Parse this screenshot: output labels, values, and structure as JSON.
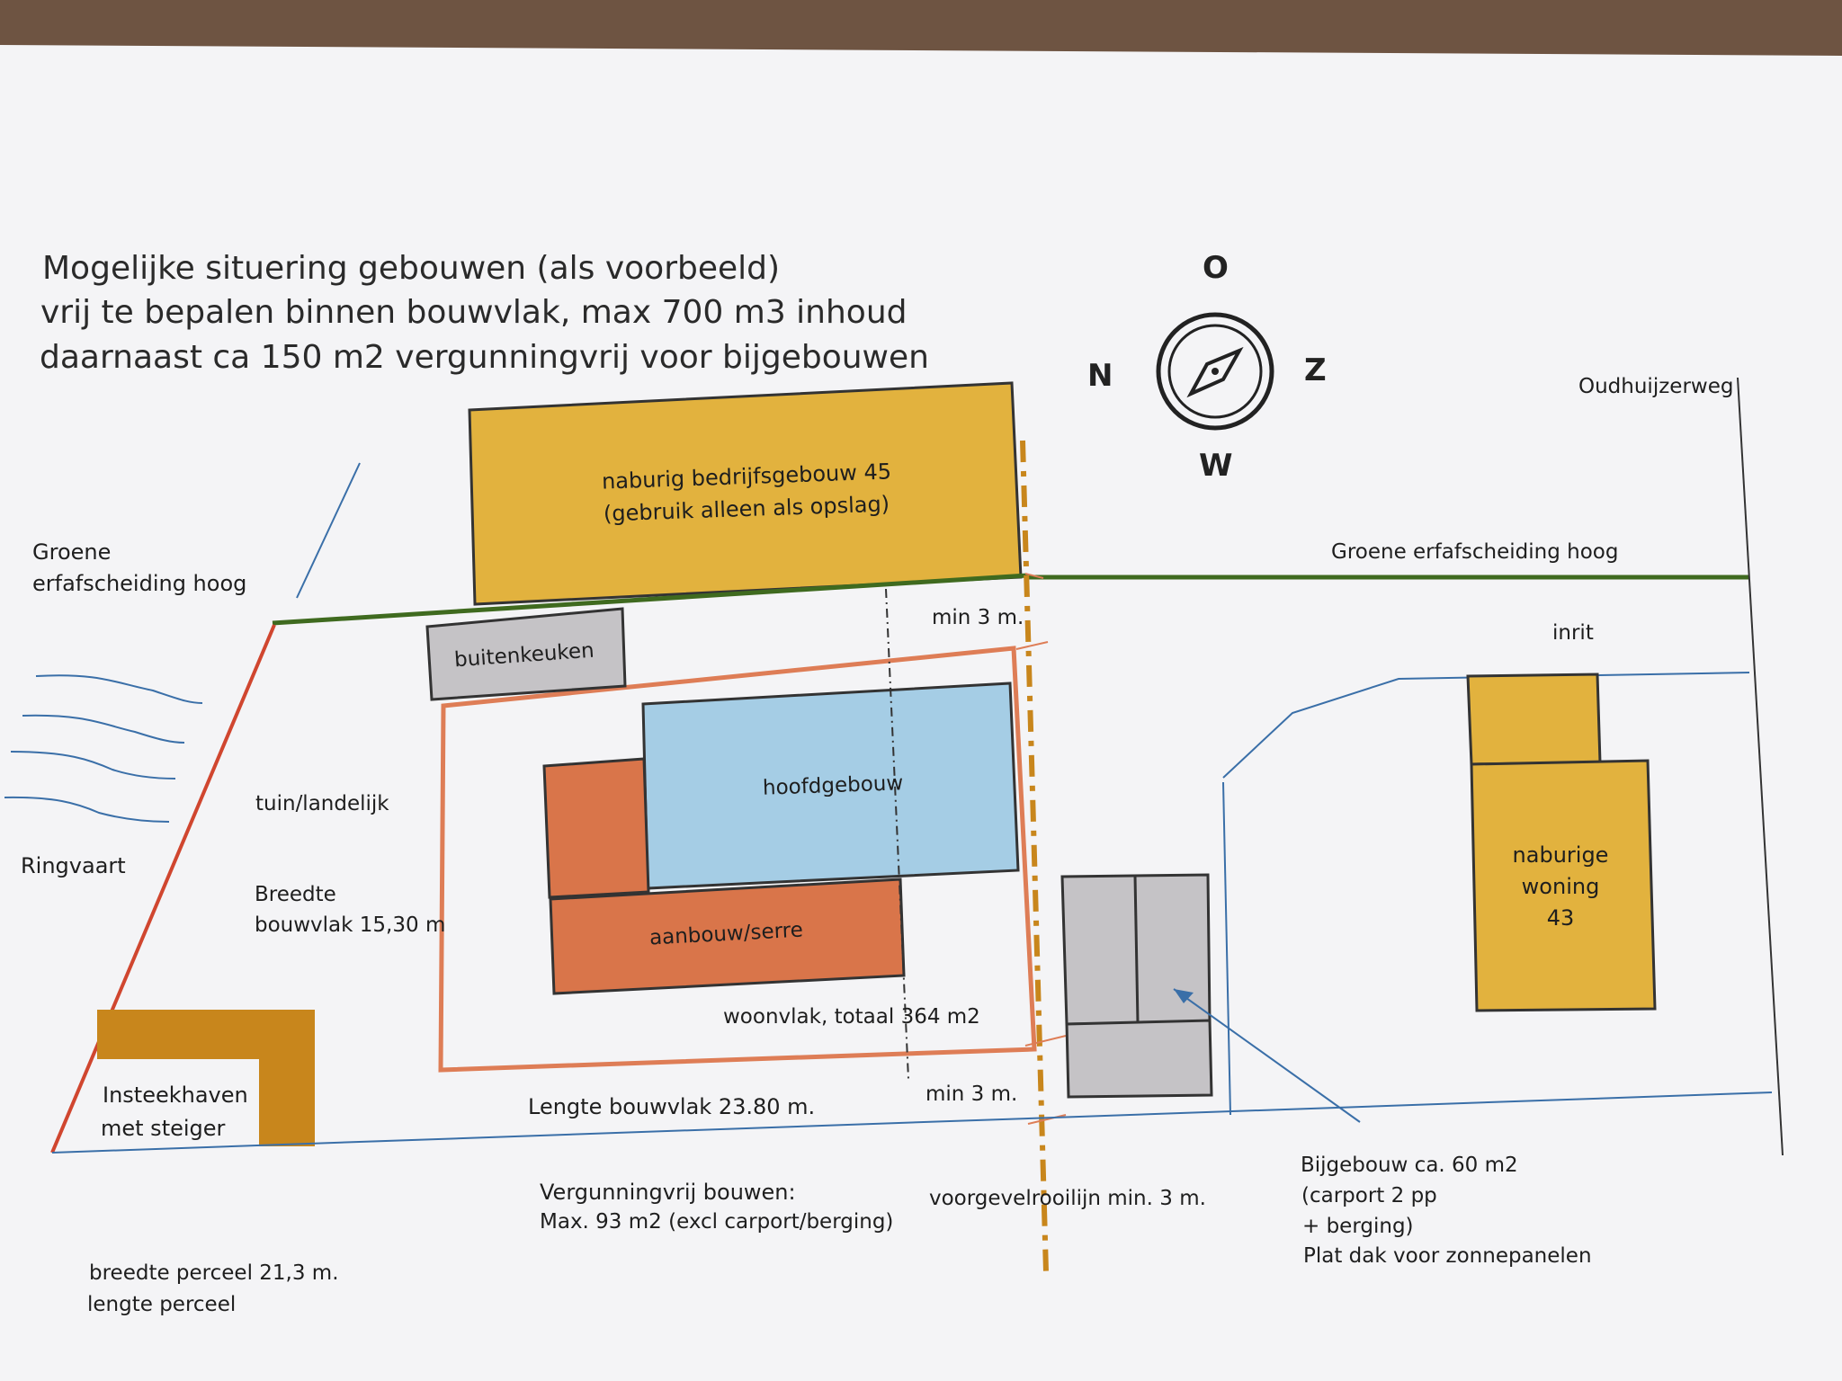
{
  "title": {
    "line1": "Mogelijke situering gebouwen (als voorbeeld)",
    "line2": "vrij te bepalen binnen bouwvlak, max 700 m3 inhoud",
    "line3": "daarnaast ca 150 m2 vergunningvrij voor bijgebouwen"
  },
  "compass": {
    "north": "O",
    "west": "N",
    "east": "Z",
    "south": "W"
  },
  "road": "Oudhuijzerweg",
  "buildings": {
    "neighbor_business_l1": "naburig bedrijfsgebouw 45",
    "neighbor_business_l2": "(gebruik alleen als opslag)",
    "outdoor_kitchen": "buitenkeuken",
    "main_building": "hoofdgebouw",
    "extension": "aanbouw/serre",
    "neighbor_house_l1": "naburige",
    "neighbor_house_l2": "woning",
    "neighbor_house_l3": "43"
  },
  "labels": {
    "green_hedge_left_l1": "Groene",
    "green_hedge_left_l2": "erfafscheiding hoog",
    "green_hedge_right": "Groene erfafscheiding hoog",
    "driveway": "inrit",
    "canal": "Ringvaart",
    "garden": "tuin/landelijk",
    "width_l1": "Breedte",
    "width_l2": "bouwvlak 15,30 m",
    "living_area": "woonvlak, totaal 364 m2",
    "min_top": "min 3 m.",
    "min_bottom": "min 3 m.",
    "length": "Lengte bouwvlak 23.80 m.",
    "harbor_l1": "Insteekhaven",
    "harbor_l2": "met steiger",
    "permit_free_l1": "Vergunningvrij bouwen:",
    "permit_free_l2": "Max. 93 m2 (excl carport/berging)",
    "facade_line": "voorgevelrooilijn min. 3 m.",
    "annex_l1": "Bijgebouw ca. 60 m2",
    "annex_l2": "(carport 2 pp",
    "annex_l3": "+ berging)",
    "annex_l4": "Plat dak voor zonnepanelen",
    "plot_width": "breedte  perceel 21,3 m.",
    "plot_length": "lengte perceel"
  },
  "colors": {
    "yellow": "#e2b23e",
    "blue": "#a5cde5",
    "terracotta": "#d9754a",
    "grey": "#c5c3c6",
    "ochre": "#c8861c",
    "hedge": "#3f6a1f",
    "orange_line": "#de7d56",
    "blue_line": "#3a6fa8"
  }
}
